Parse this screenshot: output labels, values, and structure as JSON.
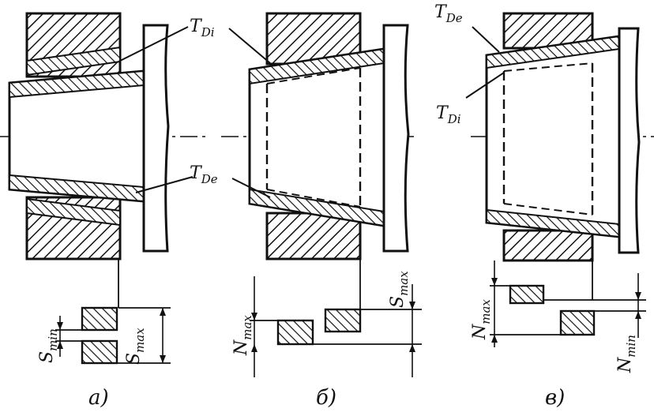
{
  "labels": {
    "a": {
      "tdi": "T",
      "tdi_sub": "Di",
      "tde": "T",
      "tde_sub": "De",
      "smin": "S",
      "smin_sub": "min",
      "smax": "S",
      "smax_sub": "max"
    },
    "b": {
      "smax": "S",
      "smax_sub": "max",
      "nmax": "N",
      "nmax_sub": "max"
    },
    "v": {
      "tde": "T",
      "tde_sub": "De",
      "tdi": "T",
      "tdi_sub": "Di",
      "nmax": "N",
      "nmax_sub": "max",
      "nmin": "N",
      "nmin_sub": "min"
    }
  },
  "captions": {
    "a": "а)",
    "b": "б)",
    "v": "в)"
  }
}
